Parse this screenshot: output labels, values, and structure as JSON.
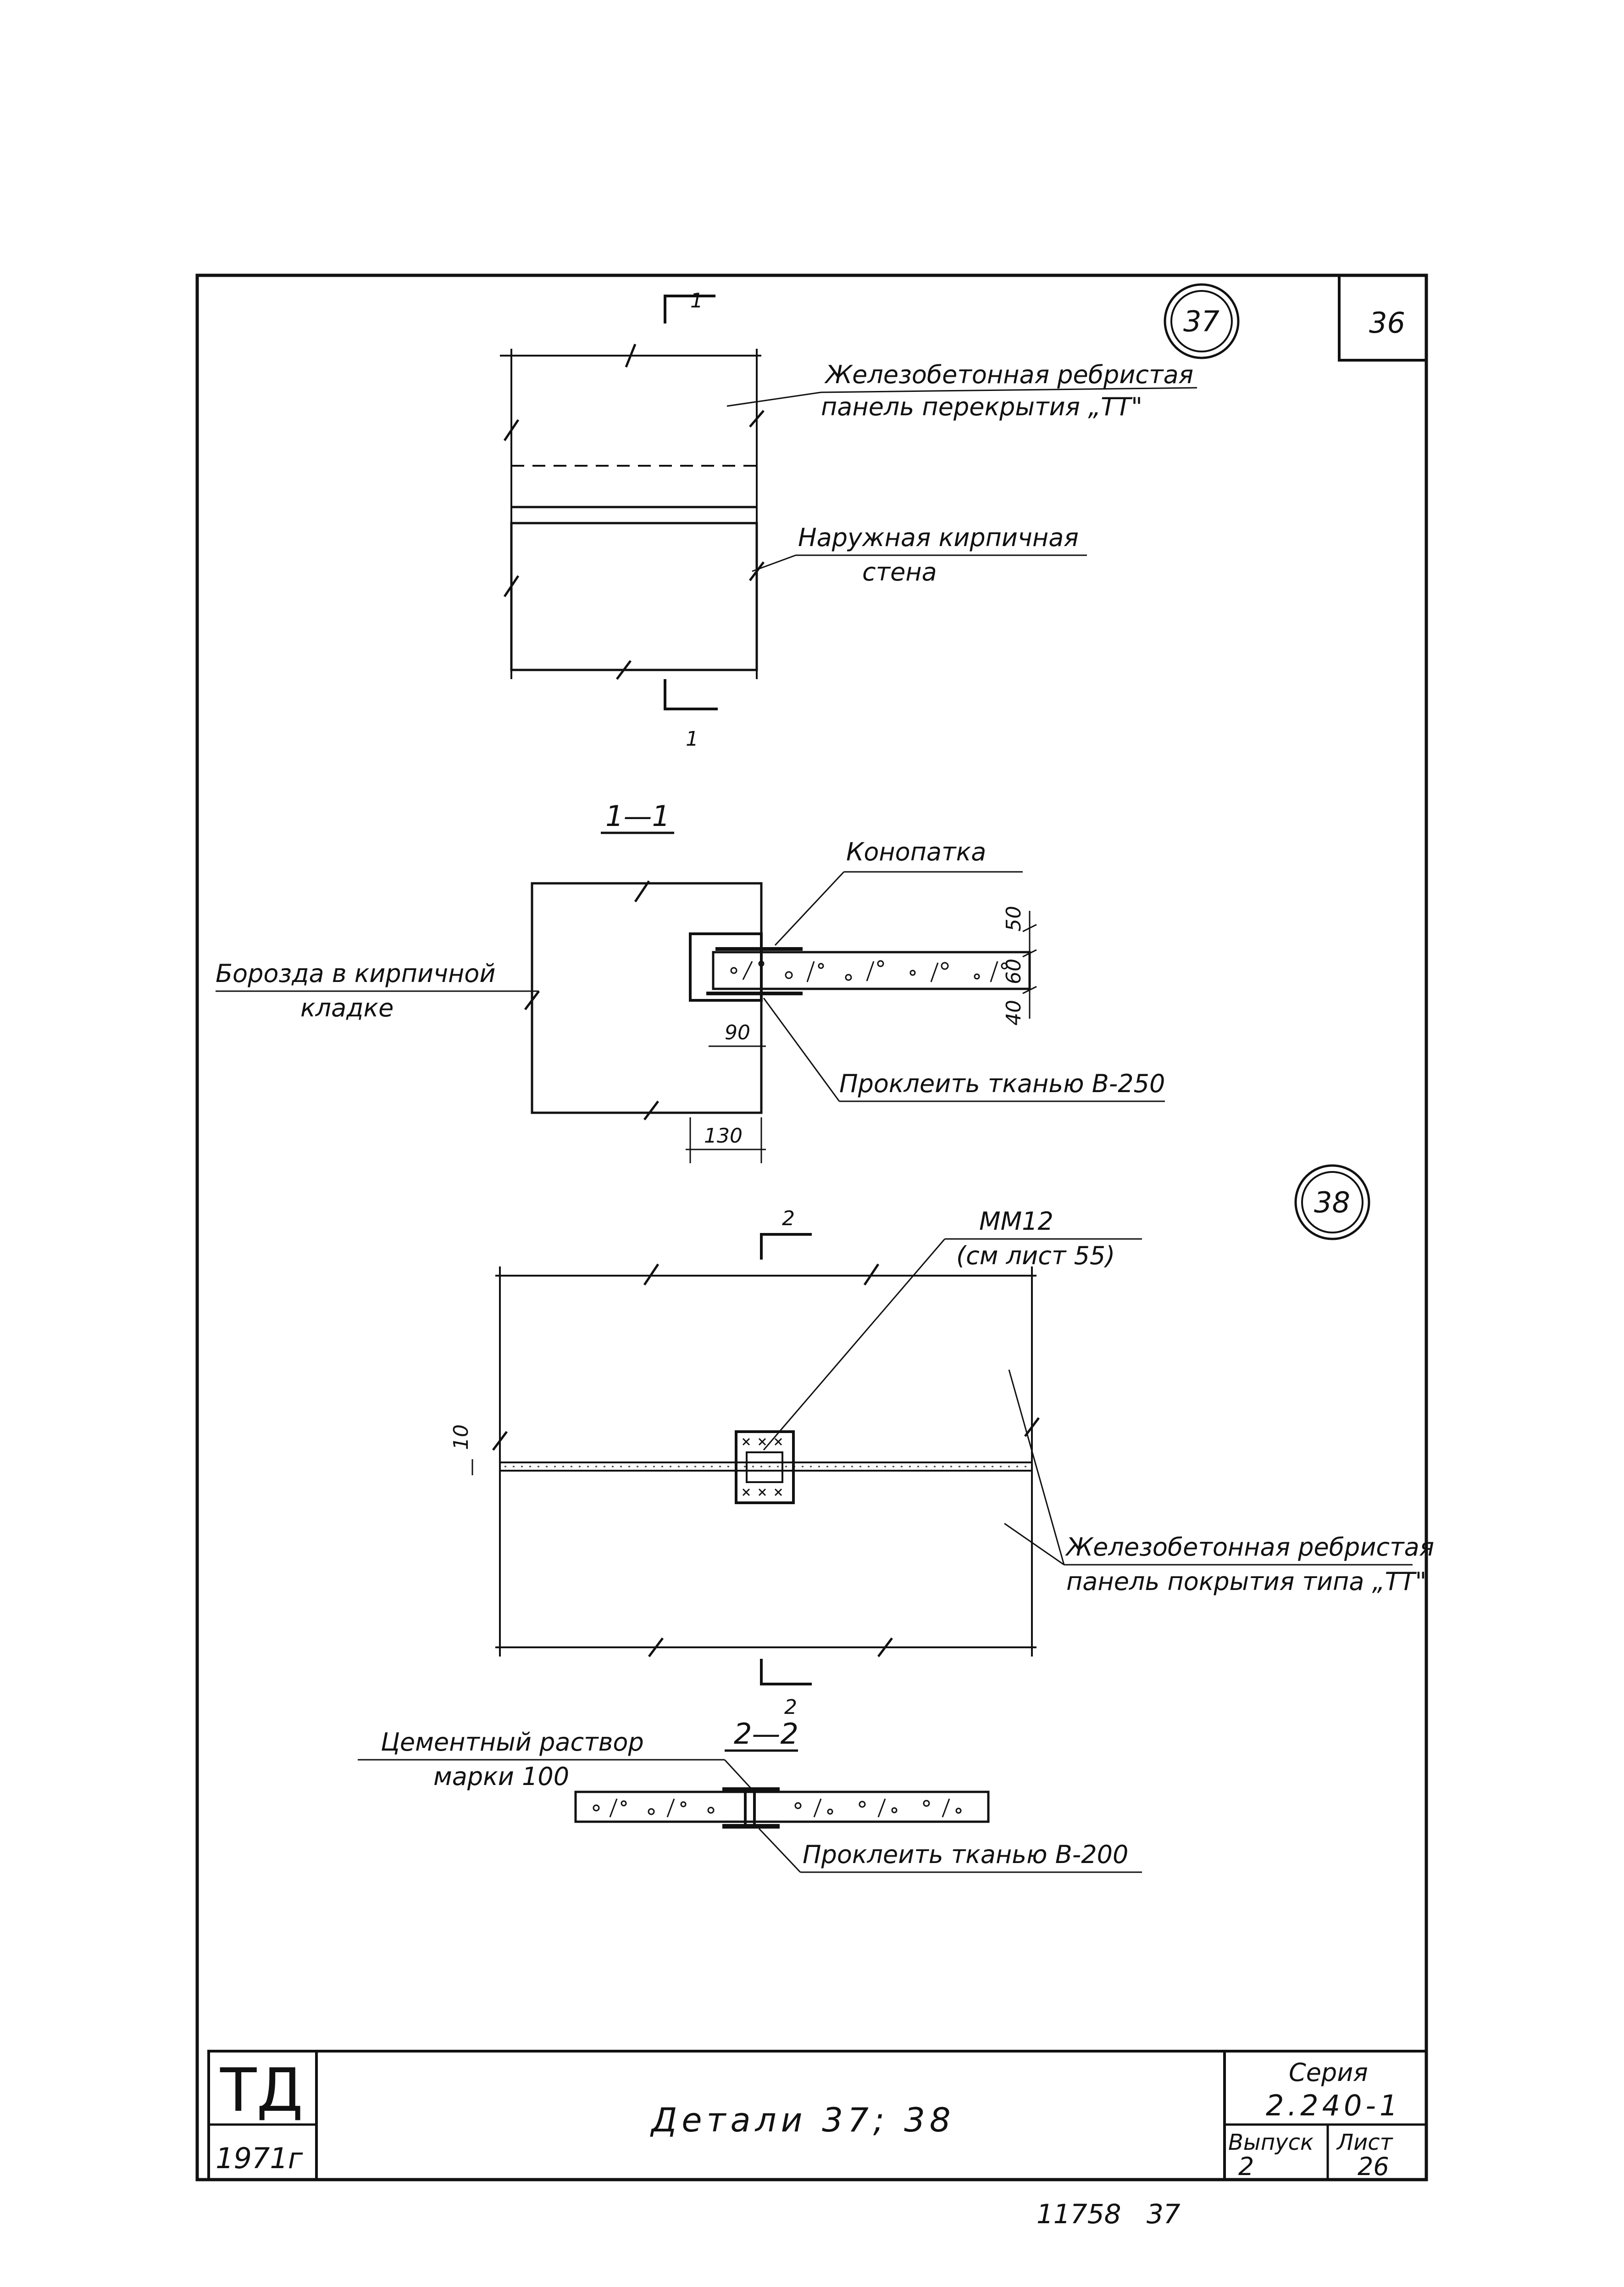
{
  "sheet_number": "36",
  "detail_37": {
    "marker": "37",
    "section_mark": "1",
    "panel_label_line1": "Железобетонная ребристая",
    "panel_label_line2": "панель перекрытия „ТТ\"",
    "wall_label_line1": "Наружная кирпичная",
    "wall_label_line2": "стена"
  },
  "section_1_1": {
    "title": "1—1",
    "caulk_label": "Конопатка",
    "groove_label_line1": "Борозда в кирпичной",
    "groove_label_line2": "кладке",
    "glue_label": "Проклеить тканью В-250",
    "dims": {
      "d50": "50",
      "d60": "60",
      "d40": "40",
      "d90": "90",
      "d130": "130"
    }
  },
  "detail_38": {
    "marker": "38",
    "section_mark": "2",
    "anchor_label_line1": "ММ12",
    "anchor_label_line2": "(см лист 55)",
    "panel_label_line1": "Железобетонная ребристая",
    "panel_label_line2": "панель покрытия типа „ТТ\"",
    "dim_10": "10"
  },
  "section_2_2": {
    "title": "2—2",
    "mortar_label_line1": "Цементный раствор",
    "mortar_label_line2": "марки 100",
    "glue_label": "Проклеить тканью В-200"
  },
  "title_block": {
    "org": "ТД",
    "year": "1971г",
    "title": "Детали 37; 38",
    "series_label": "Серия",
    "series_value": "2.240-1",
    "issue_label": "Выпуск",
    "issue_value": "2",
    "sheet_label": "Лист",
    "sheet_value": "26"
  },
  "archive_number": "11758   37"
}
